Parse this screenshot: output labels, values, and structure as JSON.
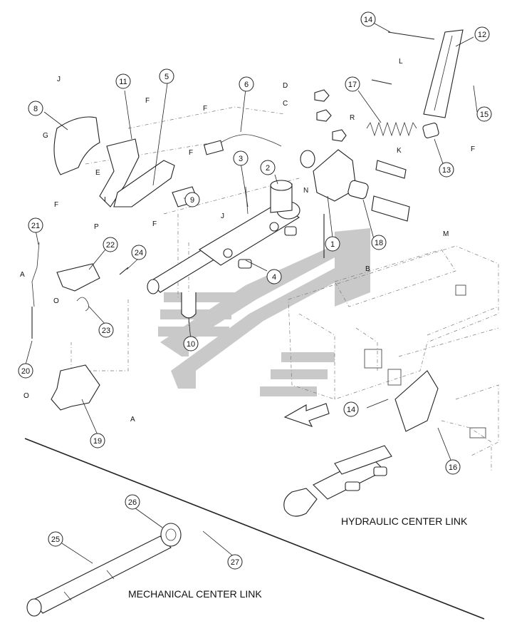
{
  "captions": {
    "hydraulic": "HYDRAULIC CENTER LINK",
    "mechanical": "MECHANICAL CENTER LINK"
  },
  "callouts": [
    {
      "id": "c1",
      "label": "1"
    },
    {
      "id": "c2",
      "label": "2"
    },
    {
      "id": "c3",
      "label": "3"
    },
    {
      "id": "c4",
      "label": "4"
    },
    {
      "id": "c5",
      "label": "5"
    },
    {
      "id": "c6",
      "label": "6"
    },
    {
      "id": "c8",
      "label": "8"
    },
    {
      "id": "c9",
      "label": "9"
    },
    {
      "id": "c10",
      "label": "10"
    },
    {
      "id": "c11",
      "label": "11"
    },
    {
      "id": "c12",
      "label": "12"
    },
    {
      "id": "c13",
      "label": "13"
    },
    {
      "id": "c14a",
      "label": "14"
    },
    {
      "id": "c14b",
      "label": "14"
    },
    {
      "id": "c15",
      "label": "15"
    },
    {
      "id": "c16",
      "label": "16"
    },
    {
      "id": "c17",
      "label": "17"
    },
    {
      "id": "c18",
      "label": "18"
    },
    {
      "id": "c19",
      "label": "19"
    },
    {
      "id": "c20",
      "label": "20"
    },
    {
      "id": "c21",
      "label": "21"
    },
    {
      "id": "c22",
      "label": "22"
    },
    {
      "id": "c23",
      "label": "23"
    },
    {
      "id": "c24",
      "label": "24"
    },
    {
      "id": "c25",
      "label": "25"
    },
    {
      "id": "c26",
      "label": "26"
    },
    {
      "id": "c27",
      "label": "27"
    }
  ],
  "letters": {
    "A1": "A",
    "A2": "A",
    "B": "B",
    "C": "C",
    "D": "D",
    "E": "E",
    "F1": "F",
    "F2": "F",
    "F3": "F",
    "F4": "F",
    "F5": "F",
    "F6": "F",
    "G": "G",
    "I": "I",
    "J1": "J",
    "J2": "J",
    "K": "K",
    "L": "L",
    "M": "M",
    "N": "N",
    "O1": "O",
    "O2": "O",
    "P": "P",
    "R": "R"
  }
}
